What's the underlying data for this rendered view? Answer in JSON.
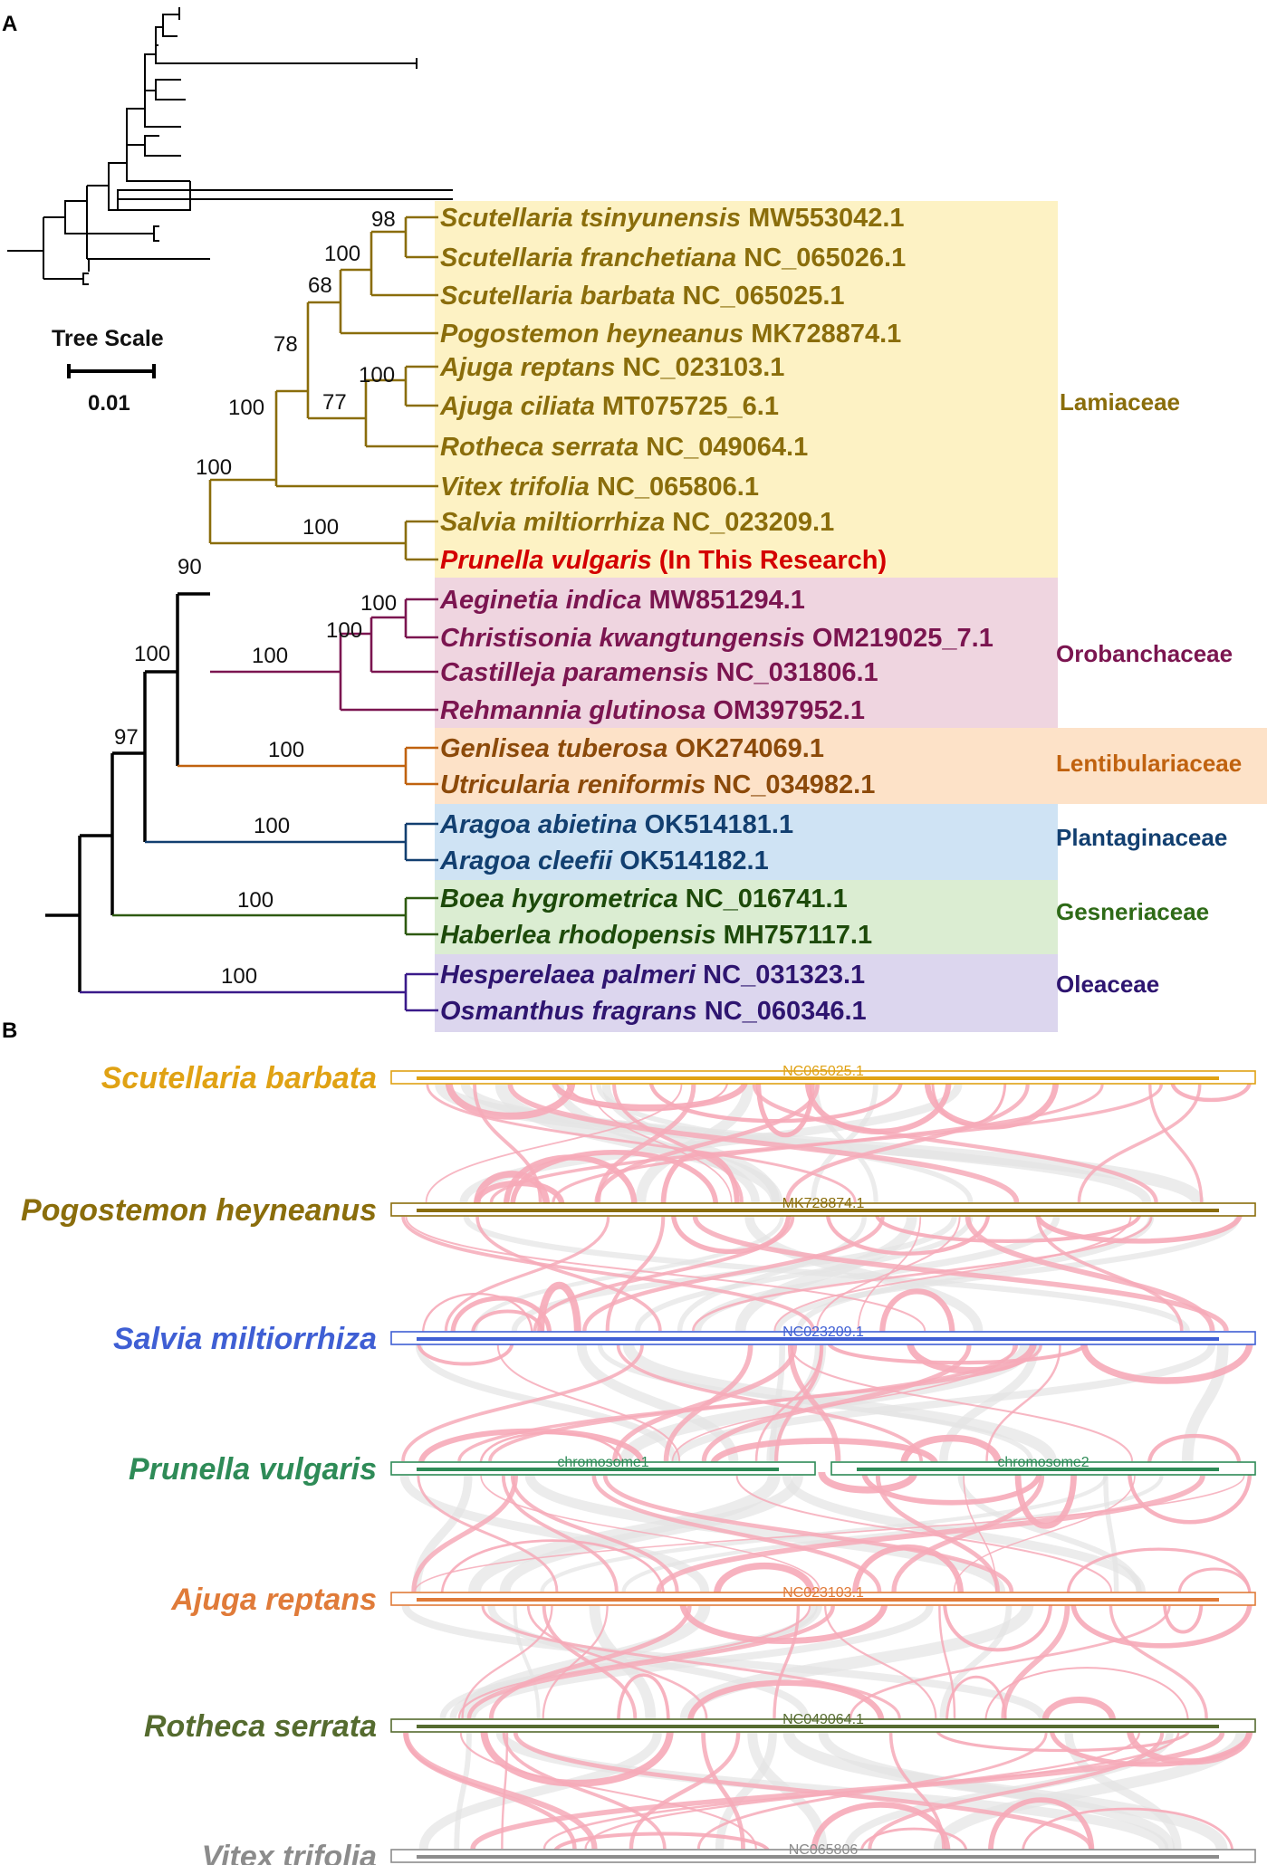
{
  "panels": {
    "a": "A",
    "b": "B"
  },
  "scale": {
    "title": "Tree Scale",
    "value": "0.01"
  },
  "taxa": [
    {
      "species": "Scutellaria tsinyunensis",
      "accession": "MW553042.1",
      "color": "#8a6d0b"
    },
    {
      "species": "Scutellaria franchetiana",
      "accession": "NC_065026.1",
      "color": "#8a6d0b"
    },
    {
      "species": "Scutellaria barbata",
      "accession": "NC_065025.1",
      "color": "#8a6d0b"
    },
    {
      "species": "Pogostemon heyneanus",
      "accession": "MK728874.1",
      "color": "#8a6d0b"
    },
    {
      "species": "Ajuga reptans",
      "accession": "NC_023103.1",
      "color": "#8a6d0b"
    },
    {
      "species": "Ajuga ciliata",
      "accession": "MT075725_6.1",
      "color": "#8a6d0b"
    },
    {
      "species": "Rotheca serrata",
      "accession": "NC_049064.1",
      "color": "#8a6d0b"
    },
    {
      "species": "Vitex trifolia",
      "accession": "NC_065806.1",
      "color": "#8a6d0b"
    },
    {
      "species": "Salvia miltiorrhiza",
      "accession": "NC_023209.1",
      "color": "#8a6d0b"
    },
    {
      "species": "Prunella vulgaris",
      "accession": "(In This Research)",
      "color": "#d40000"
    },
    {
      "species": "Aeginetia indica",
      "accession": "MW851294.1",
      "color": "#7b1550"
    },
    {
      "species": "Christisonia kwangtungensis",
      "accession": "OM219025_7.1",
      "color": "#7b1550"
    },
    {
      "species": "Castilleja paramensis",
      "accession": "NC_031806.1",
      "color": "#7b1550"
    },
    {
      "species": "Rehmannia glutinosa",
      "accession": "OM397952.1",
      "color": "#7b1550"
    },
    {
      "species": "Genlisea tuberosa",
      "accession": "OK274069.1",
      "color": "#8c4a0a"
    },
    {
      "species": "Utricularia reniformis",
      "accession": "NC_034982.1",
      "color": "#8c4a0a"
    },
    {
      "species": "Aragoa abietina",
      "accession": "OK514181.1",
      "color": "#123f70"
    },
    {
      "species": "Aragoa cleefii",
      "accession": "OK514182.1",
      "color": "#123f70"
    },
    {
      "species": "Boea hygrometrica",
      "accession": "NC_016741.1",
      "color": "#1d4a0a"
    },
    {
      "species": "Haberlea rhodopensis",
      "accession": "MH757117.1",
      "color": "#1d4a0a"
    },
    {
      "species": "Hesperelaea palmeri",
      "accession": "NC_031323.1",
      "color": "#2e1570"
    },
    {
      "species": "Osmanthus fragrans",
      "accession": "NC_060346.1",
      "color": "#2e1570"
    }
  ],
  "families": [
    {
      "name": "Lamiaceae",
      "color": "#8a6d0b",
      "fill": "#fdf2c4"
    },
    {
      "name": "Orobanchaceae",
      "color": "#7b1550",
      "fill": "#efd5e0"
    },
    {
      "name": "Lentibulariaceae",
      "color": "#c0620f",
      "fill": "#fde2c8"
    },
    {
      "name": "Plantaginaceae",
      "color": "#123f70",
      "fill": "#cfe3f4"
    },
    {
      "name": "Gesneriaceae",
      "color": "#2e6a17",
      "fill": "#dbedd2"
    },
    {
      "name": "Oleaceae",
      "color": "#2e1570",
      "fill": "#dcd6ee"
    }
  ],
  "bootstraps": [
    "98",
    "100",
    "68",
    "78",
    "100",
    "77",
    "100",
    "100",
    "100",
    "100",
    "100",
    "100",
    "90",
    "100",
    "100",
    "97",
    "100",
    "100",
    "100"
  ],
  "branch_colors": {
    "lamiaceae": "#8a6d0b",
    "orobanchaceae": "#7b1550",
    "lentibulariaceae": "#c0620f",
    "plantaginaceae": "#123f70",
    "gesneriaceae": "#2e5a10",
    "oleaceae": "#3a1a8a",
    "backbone": "#000000"
  },
  "synteny": {
    "link_color": "#f6aab8",
    "background_link_color": "#e4e4e4",
    "genomes": [
      {
        "species": "Scutellaria barbata",
        "color": "#e0a214",
        "chromosomes": [
          "NC065025.1"
        ]
      },
      {
        "species": "Pogostemon heyneanus",
        "color": "#8a6d0b",
        "chromosomes": [
          "MK728874.1"
        ]
      },
      {
        "species": "Salvia miltiorrhiza",
        "color": "#3f5fd4",
        "chromosomes": [
          "NC023209.1"
        ]
      },
      {
        "species": "Prunella vulgaris",
        "color": "#2e8b57",
        "chromosomes": [
          "chromosome1",
          "chromosome2"
        ]
      },
      {
        "species": "Ajuga reptans",
        "color": "#e07b39",
        "chromosomes": [
          "NC023103.1"
        ]
      },
      {
        "species": "Rotheca serrata",
        "color": "#556b2f",
        "chromosomes": [
          "NC049064.1"
        ]
      },
      {
        "species": "Vitex trifolia",
        "color": "#8c8c8c",
        "chromosomes": [
          "NC065806"
        ]
      }
    ]
  }
}
